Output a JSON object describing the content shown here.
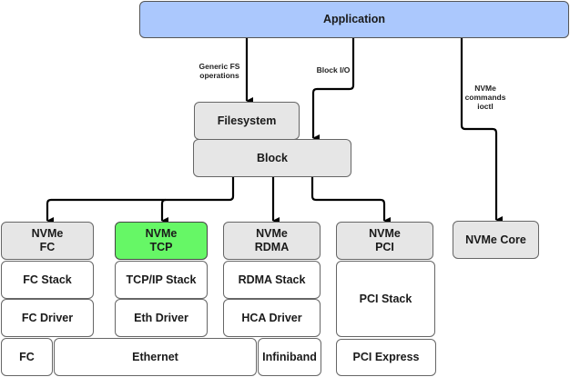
{
  "nodes": {
    "application": "Application",
    "filesystem": "Filesystem",
    "block": "Block",
    "nvme_fc": "NVMe\nFC",
    "nvme_tcp": "NVMe\nTCP",
    "nvme_rdma": "NVMe\nRDMA",
    "nvme_pci": "NVMe\nPCI",
    "nvme_core": "NVMe Core",
    "fc_stack": "FC Stack",
    "fc_driver": "FC Driver",
    "fc": "FC",
    "tcpip_stack": "TCP/IP Stack",
    "eth_driver": "Eth Driver",
    "ethernet": "Ethernet",
    "rdma_stack": "RDMA Stack",
    "hca_driver": "HCA Driver",
    "infiniband": "Infiniband",
    "pci_stack": "PCI Stack",
    "pci_express": "PCI Express"
  },
  "edge_labels": {
    "generic_fs": "Generic FS\noperations",
    "block_io": "Block I/O",
    "nvme_commands": "NVMe\ncommands\nioctl"
  },
  "colors": {
    "application": "#abc8fd",
    "highlight": "#66f766",
    "node_gray": "#e6e6e6"
  }
}
